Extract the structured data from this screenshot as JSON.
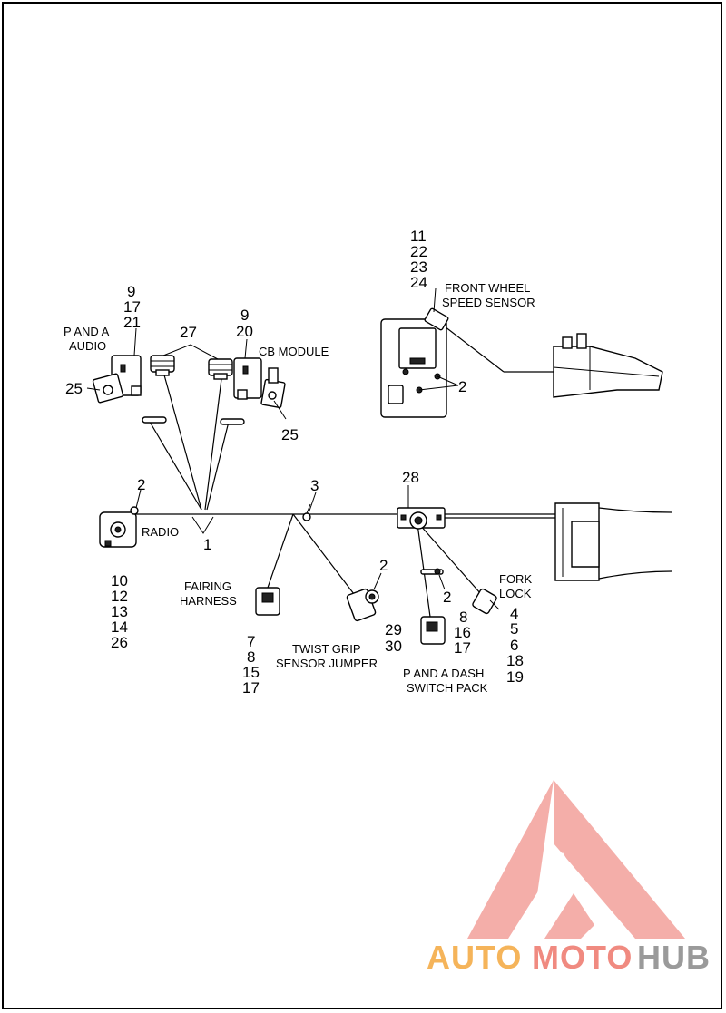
{
  "labels": {
    "p_and_a_audio_1": "P AND A",
    "p_and_a_audio_2": "AUDIO",
    "cb_module": "CB MODULE",
    "front_wheel_1": "FRONT WHEEL",
    "front_wheel_2": "SPEED SENSOR",
    "radio": "RADIO",
    "fairing_1": "FAIRING",
    "fairing_2": "HARNESS",
    "twist_1": "TWIST GRIP",
    "twist_2": "SENSOR JUMPER",
    "dash_1": "P AND A DASH",
    "dash_2": "SWITCH PACK",
    "fork_1": "FORK",
    "fork_2": "LOCK"
  },
  "callouts": {
    "audio_stack": [
      "9",
      "17",
      "21"
    ],
    "cb_stack": [
      "9",
      "20"
    ],
    "c27": "27",
    "c25_left": "25",
    "c25_right": "25",
    "sensor_stack": [
      "11",
      "22",
      "23",
      "24"
    ],
    "c2_sensor": "2",
    "c2_radio": "2",
    "c3": "3",
    "c28": "28",
    "c1": "1",
    "radio_stack": [
      "10",
      "12",
      "13",
      "14",
      "26"
    ],
    "c2_twist": "2",
    "c2_dash": "2",
    "fairing_stack": [
      "7",
      "8",
      "15",
      "17"
    ],
    "c29": "29",
    "c30": "30",
    "dash_stack": [
      "8",
      "16",
      "17"
    ],
    "fork_stack": [
      "4",
      "5",
      "6",
      "18",
      "19"
    ]
  },
  "watermark": {
    "part1": "AUTO",
    "part2": "MOTO",
    "part3": "HUB",
    "color_red": "#e8463f",
    "color_orange": "#f2a23a",
    "color_gray": "#8a8a8a"
  }
}
